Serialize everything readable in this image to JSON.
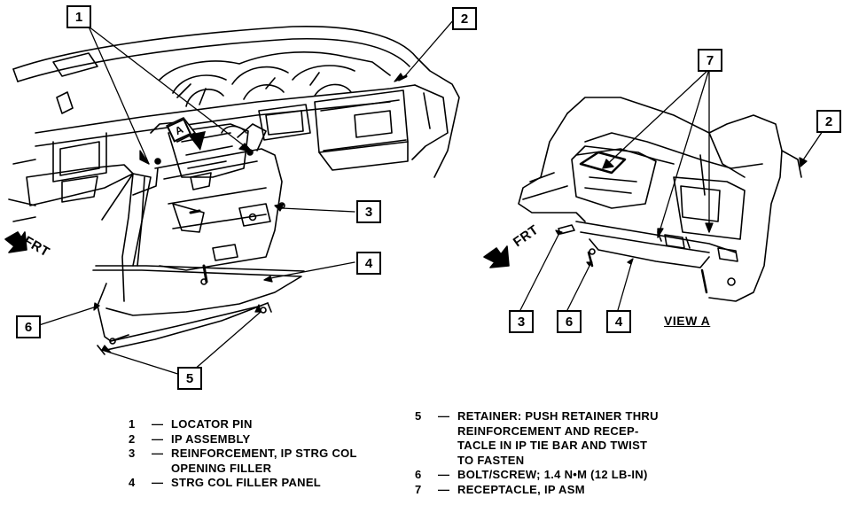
{
  "callouts": {
    "c1": "1",
    "c2_main": "2",
    "c2_view": "2",
    "c3_main": "3",
    "c3_view": "3",
    "c4_main": "4",
    "c4_view": "4",
    "c5": "5",
    "c6_main": "6",
    "c6_view": "6",
    "c7": "7",
    "view_marker": "A"
  },
  "labels": {
    "frt_main": "FRT",
    "frt_view": "FRT",
    "view_a": "VIEW A"
  },
  "legend_left": [
    {
      "num": "1",
      "text": "LOCATOR PIN"
    },
    {
      "num": "2",
      "text": "IP ASSEMBLY"
    },
    {
      "num": "3",
      "text": "REINFORCEMENT, IP STRG COL"
    },
    {
      "num": "",
      "text": "OPENING FILLER"
    },
    {
      "num": "4",
      "text": "STRG COL FILLER PANEL"
    }
  ],
  "legend_right": [
    {
      "num": "5",
      "text": "RETAINER: PUSH RETAINER THRU"
    },
    {
      "num": "",
      "text": "REINFORCEMENT AND RECEP-"
    },
    {
      "num": "",
      "text": "TACLE IN IP TIE BAR AND TWIST"
    },
    {
      "num": "",
      "text": "TO FASTEN"
    },
    {
      "num": "6",
      "text": "BOLT/SCREW; 1.4 N•M (12 LB-IN)"
    },
    {
      "num": "7",
      "text": "RECEPTACLE, IP ASM"
    }
  ]
}
